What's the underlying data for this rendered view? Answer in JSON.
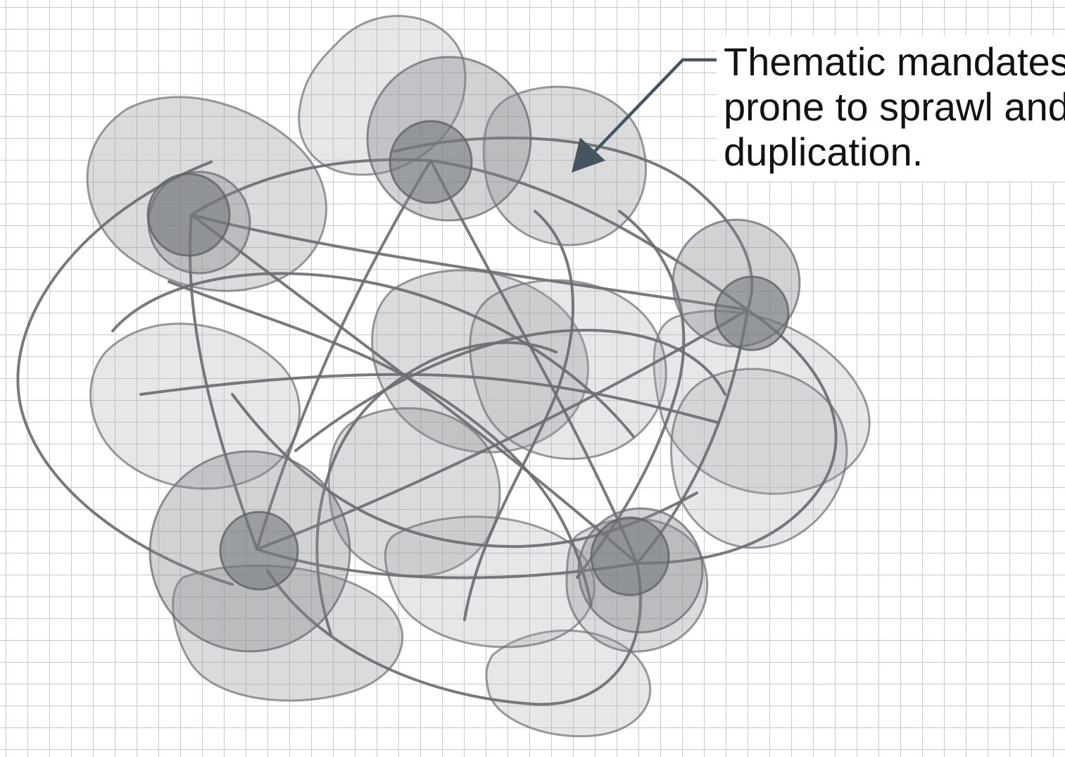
{
  "annotation": {
    "lines": [
      "Thematic mandates",
      "prone to sprawl and",
      "duplication."
    ]
  },
  "colors": {
    "background": "#ffffff",
    "grid_line": "#c9c9c9",
    "blob_fill": "#8f9296",
    "node_fill": "#707377",
    "link_stroke": "#6b6e72",
    "pointer_arrow": "#46545f",
    "annotation_text": "#111111"
  }
}
